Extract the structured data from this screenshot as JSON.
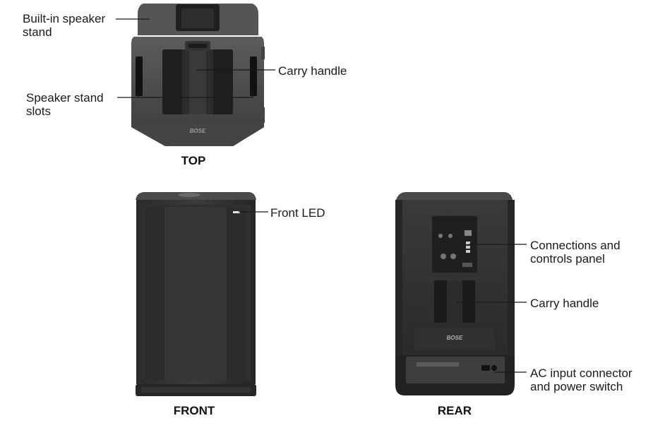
{
  "views": {
    "top": {
      "title": "TOP",
      "callouts": {
        "speaker_stand": "Built-in speaker\nstand",
        "carry_handle": "Carry handle",
        "stand_slots": "Speaker stand\nslots"
      },
      "logo": "BOSE"
    },
    "front": {
      "title": "FRONT",
      "callouts": {
        "front_led": "Front LED"
      }
    },
    "rear": {
      "title": "REAR",
      "callouts": {
        "connections_panel": "Connections and\ncontrols panel",
        "carry_handle": "Carry handle",
        "ac_input": "AC input connector\nand power switch"
      },
      "logo": "BOSE"
    }
  },
  "colors": {
    "body_dark": "#2b2b2b",
    "body_mid": "#3d3d3d",
    "body_light": "#5a5a5a",
    "grille": "#343434",
    "leader_line": "#1a1a1a"
  }
}
